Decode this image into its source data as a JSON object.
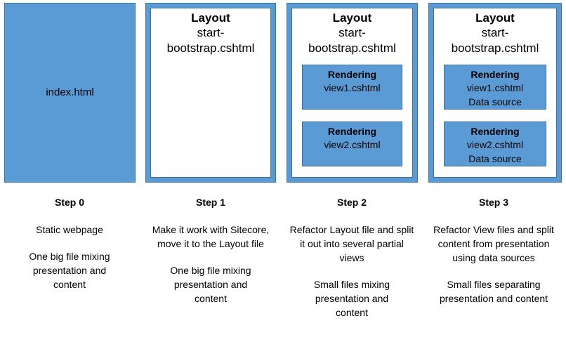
{
  "panels": {
    "p0": {
      "label": "index.html"
    },
    "p1": {
      "title": "Layout",
      "file": "start-bootstrap.cshtml"
    },
    "p2": {
      "title": "Layout",
      "file": "start-bootstrap.cshtml",
      "renderings": [
        {
          "title": "Rendering",
          "file": "view1.cshtml"
        },
        {
          "title": "Rendering",
          "file": "view2.cshtml"
        }
      ]
    },
    "p3": {
      "title": "Layout",
      "file": "start-bootstrap.cshtml",
      "renderings": [
        {
          "title": "Rendering",
          "file": "view1.cshtml",
          "note": "Data source"
        },
        {
          "title": "Rendering",
          "file": "view2.cshtml",
          "note": "Data source"
        }
      ]
    }
  },
  "steps": [
    {
      "title": "Step 0",
      "text1": "Static webpage",
      "text2": "One big file mixing presentation and content"
    },
    {
      "title": "Step 1",
      "text1": "Make it work with Sitecore, move it to the Layout file",
      "text2": "One big file mixing presentation and content"
    },
    {
      "title": "Step 2",
      "text1": "Refactor Layout file and split it out into several partial views",
      "text2": "Small files mixing presentation and content"
    },
    {
      "title": "Step 3",
      "text1": "Refactor View files and split content from presentation using data sources",
      "text2": "Small files separating presentation and content"
    }
  ],
  "colors": {
    "panel_fill": "#5b9bd5",
    "panel_border": "#41719c",
    "inner_fill": "#ffffff"
  }
}
